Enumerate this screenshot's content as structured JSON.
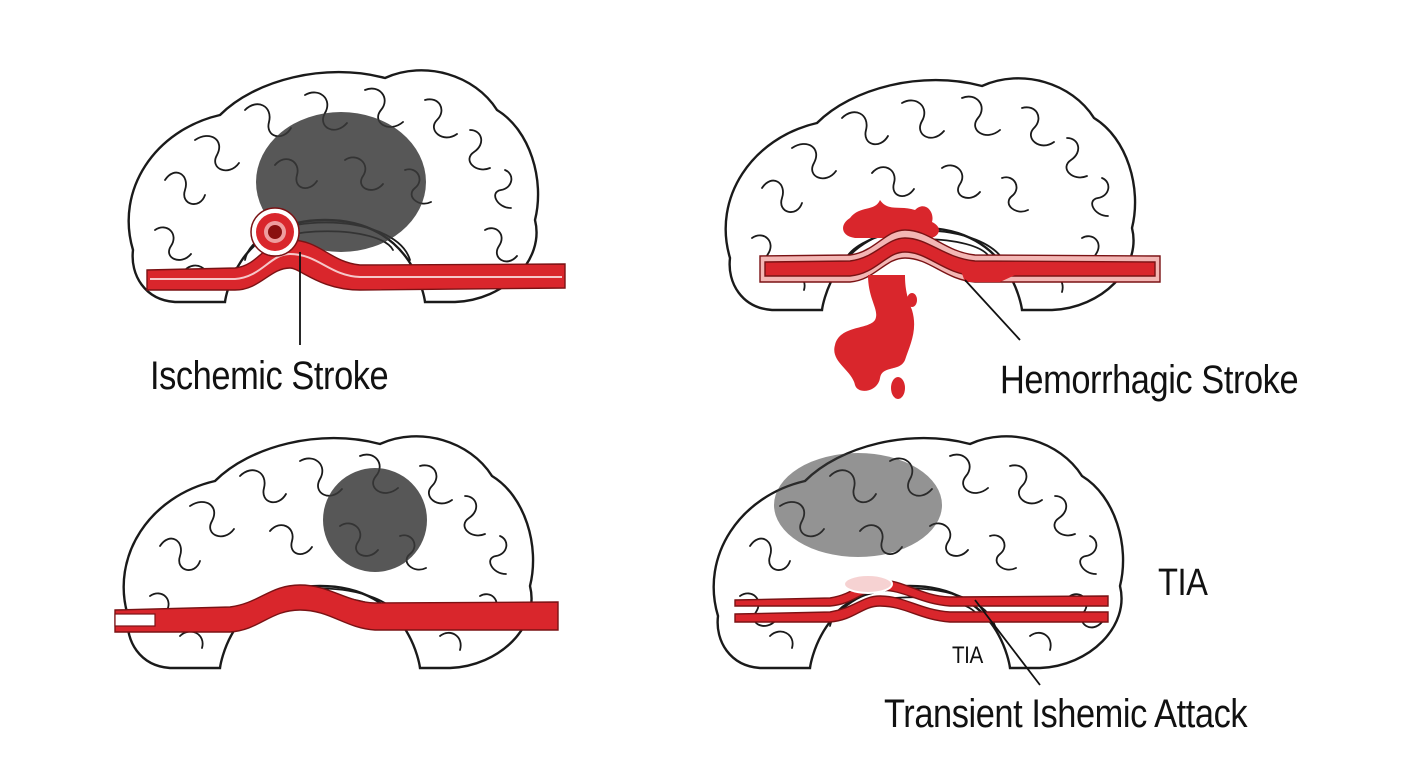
{
  "labels": {
    "ischemic": "Ischemic Stroke",
    "hemorrhagic": "Hemorrhagic Stroke",
    "tia_short": "TIA",
    "tia_small": "TIA",
    "tia_full": "Transient Ishemic Attack"
  },
  "colors": {
    "artery": "#d9262c",
    "artery_light": "#f3b6b4",
    "damage_shade": "#3a3a3a",
    "outline": "#1a1a1a"
  }
}
